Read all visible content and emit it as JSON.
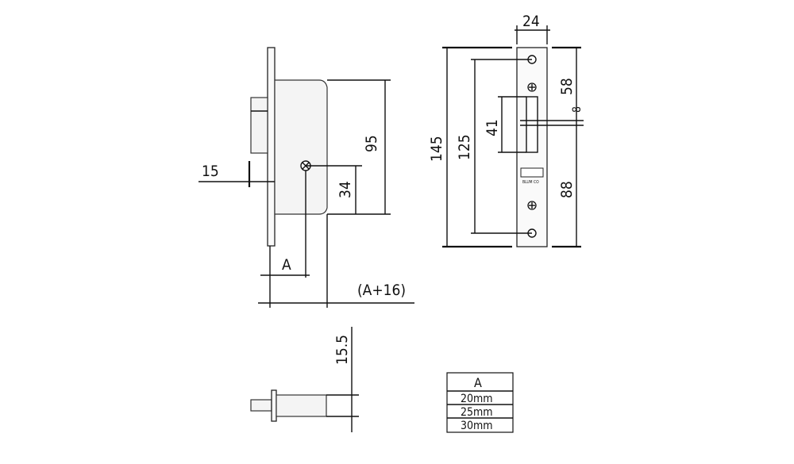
{
  "dimensions": {
    "lock_body_15": "15",
    "lock_body_95": "95",
    "lock_body_34": "34",
    "backset_a": "A",
    "backset_a_plus_16": "(A+16)",
    "strike_width_24": "24",
    "strike_height_145": "145",
    "strike_hole_spacing_125": "125",
    "strike_slot_41": "41",
    "strike_upper_58": "58",
    "strike_lower_88": "88",
    "strike_edge_mark": "8",
    "bolt_15_5": "15.5"
  },
  "backset_table": {
    "header": "A",
    "rows": [
      "20mm",
      "25mm",
      "30mm"
    ]
  },
  "logo_text": "BLUM CO"
}
